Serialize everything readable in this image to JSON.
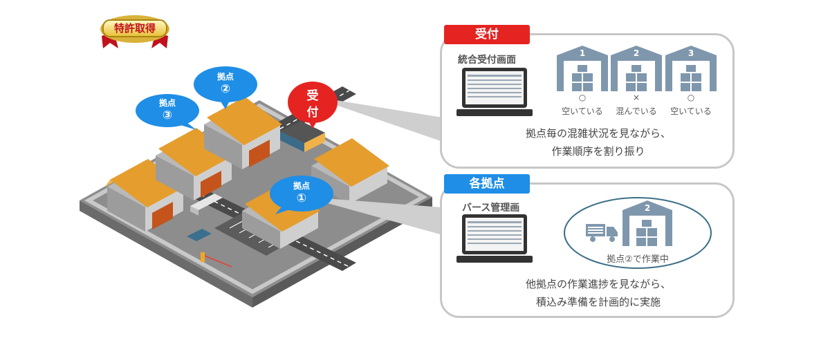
{
  "badge": {
    "label": "特許取得"
  },
  "pins": [
    {
      "line1": "拠点",
      "line2": "③"
    },
    {
      "line1": "拠点",
      "line2": "②"
    },
    {
      "line1": "受",
      "line2": "付"
    },
    {
      "line1": "拠点",
      "line2": "①"
    }
  ],
  "reception_panel": {
    "tag": "受付",
    "screen_title": "統合受付画面",
    "warehouses": [
      {
        "number": "1",
        "mark": "○",
        "status": "空いている"
      },
      {
        "number": "2",
        "mark": "×",
        "status": "混んでいる"
      },
      {
        "number": "3",
        "mark": "○",
        "status": "空いている"
      }
    ],
    "caption_line1": "拠点毎の混雑状況を見ながら、",
    "caption_line2": "作業順序を割り振り"
  },
  "site_panel": {
    "tag": "各拠点",
    "screen_title": "バース管理画",
    "warehouse_number": "2",
    "status": "拠点②で作業中",
    "caption_line1": "他拠点の作業進捗を見ながら、",
    "caption_line2": "積込み準備を計画的に実施"
  },
  "colors": {
    "red": "#e52421",
    "blue": "#1f8ee6",
    "warehouse": "#7f97ad",
    "roof": "#f2b24a"
  }
}
